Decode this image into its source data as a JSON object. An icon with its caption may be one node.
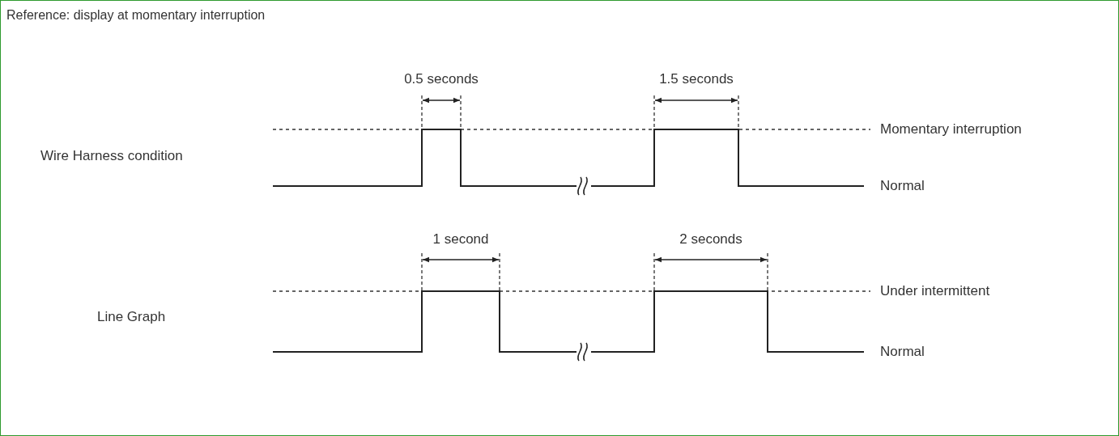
{
  "diagram": {
    "title": "Reference: display at momentary interruption",
    "labels": [
      "0.5 seconds",
      "1.5 seconds",
      "Momentary interruption",
      "Wire Harness condition",
      "Normal",
      "1 second",
      "2 seconds",
      "Under intermittent",
      "Line Graph",
      "Normal"
    ]
  }
}
